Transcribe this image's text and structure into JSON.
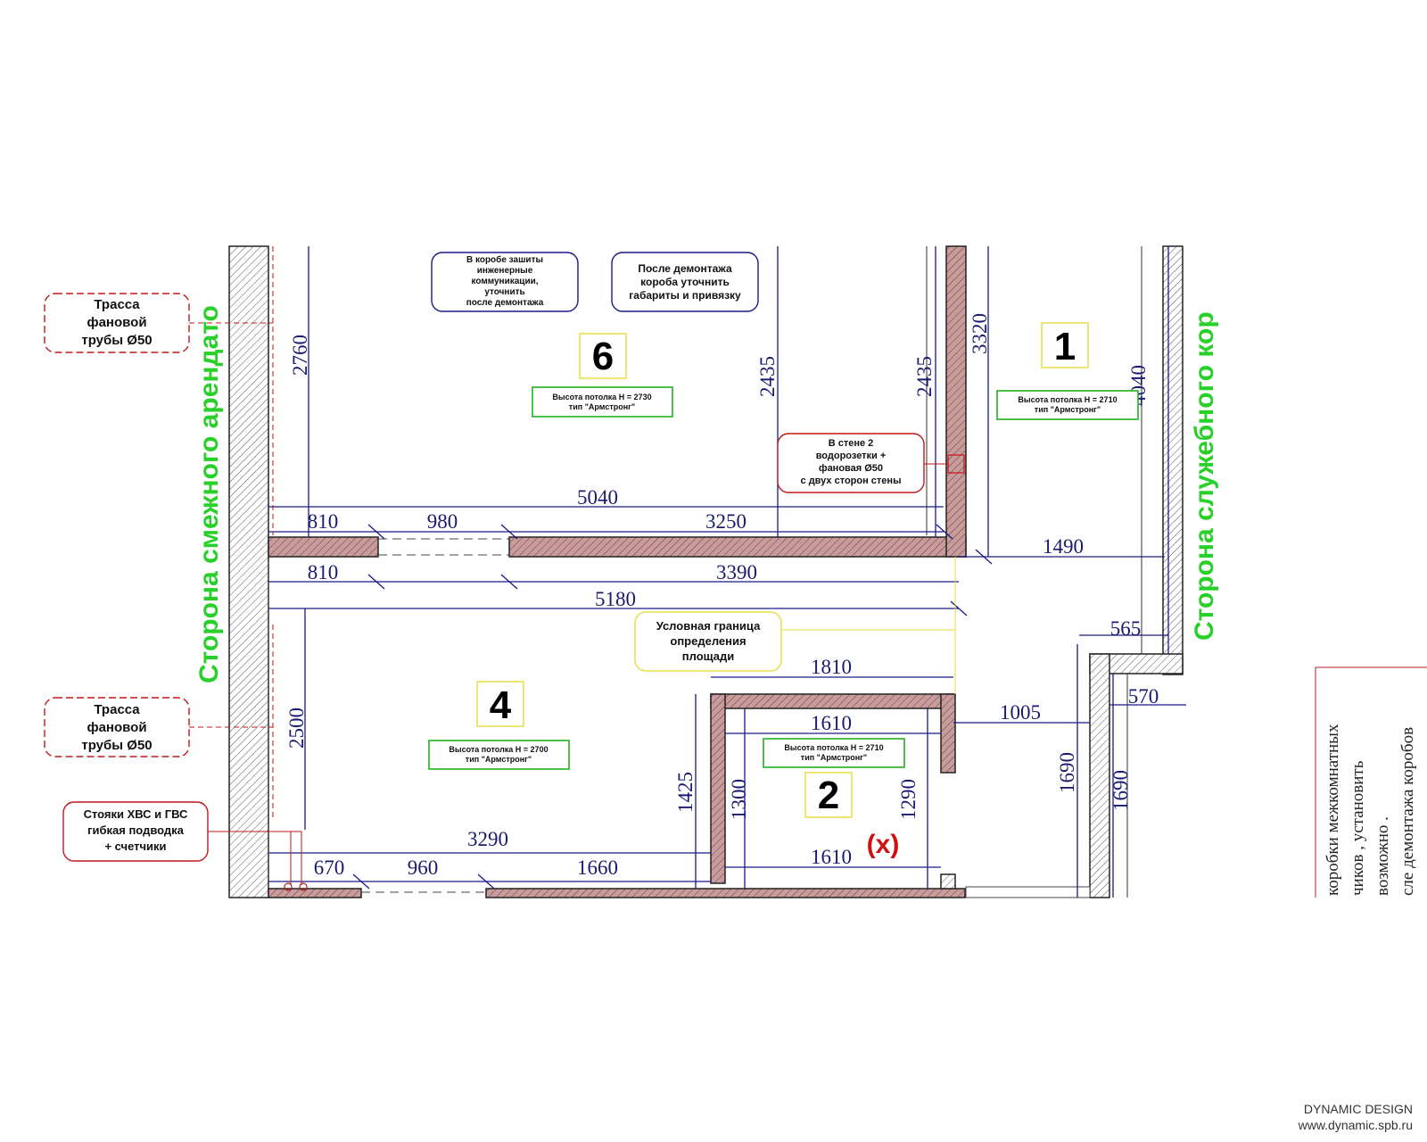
{
  "side_labels": {
    "left": "Сторона смежного арендато",
    "right": "Сторона служебного кор"
  },
  "rooms": [
    {
      "id": "r6",
      "number": "6",
      "ceiling": [
        "Высота потолка Н = 2730",
        "тип  \"Армстронг\""
      ]
    },
    {
      "id": "r1",
      "number": "1",
      "ceiling": [
        "Высота потолка Н = 2710",
        "тип  \"Армстронг\""
      ]
    },
    {
      "id": "r4",
      "number": "4",
      "ceiling": [
        "Высота потолка Н = 2700",
        "тип  \"Армстронг\""
      ]
    },
    {
      "id": "r2",
      "number": "2",
      "ceiling": [
        "Высота потолка Н = 2710",
        "тип  \"Армстронг\""
      ]
    }
  ],
  "notes": {
    "pipe_top": [
      "Трасса",
      "фановой",
      "трубы Ø50"
    ],
    "pipe_bottom": [
      "Трасса",
      "фановой",
      "трубы Ø50"
    ],
    "risers": [
      "Стояки ХВС и ГВС",
      "гибкая подводка",
      "+ счетчики"
    ],
    "box_protect": [
      "В коробе зашиты",
      "инженерные",
      "коммуникации,",
      "уточнить",
      "после демонтажа"
    ],
    "box_dismantle": [
      "После демонтажа",
      "короба уточнить",
      "габариты и привязку"
    ],
    "wall2": [
      "В стене 2",
      "водорозетки +",
      "фановая Ø50",
      "с двух сторон стены"
    ],
    "area_border": [
      "Условная граница",
      "определения",
      "площади"
    ],
    "mark_x": "(x)"
  },
  "dimensions": {
    "d2760": "2760",
    "d2435a": "2435",
    "d2435b": "2435",
    "d3320": "3320",
    "d4040": "4040",
    "d5040": "5040",
    "d810a": "810",
    "d980": "980",
    "d3250": "3250",
    "d1490": "1490",
    "d810b": "810",
    "d3390": "3390",
    "d5180": "5180",
    "d565": "565",
    "d1810": "1810",
    "d570": "570",
    "d1005": "1005",
    "d1610a": "1610",
    "d2500": "2500",
    "d1425": "1425",
    "d1300": "1300",
    "d1290": "1290",
    "d1690a": "1690",
    "d1690b": "1690",
    "d3290": "3290",
    "d670": "670",
    "d960": "960",
    "d1660": "1660",
    "d1610b": "1610"
  },
  "side_note_lines": [
    "коробки межкомнатных",
    "чиков , установить",
    "возможно .",
    "сле демонтажа коробов"
  ],
  "footer": {
    "company": "DYNAMIC DESIGN",
    "site": "www.dynamic.spb.ru"
  },
  "colors": {
    "wall_fill": "#b07a7a",
    "dimension": "#1a1a6e",
    "green_label": "#2ad02a",
    "red_note": "#c01818",
    "blue_note": "#1a1a8a",
    "yellow_box": "#e8e050"
  }
}
